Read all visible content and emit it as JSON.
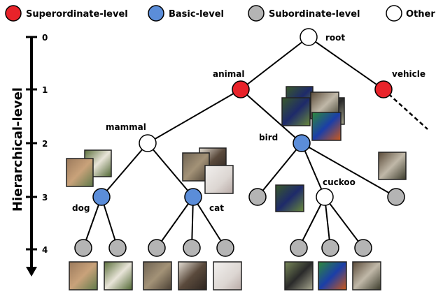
{
  "legend": {
    "superordinate": "Superordinate-level",
    "basic": "Basic-level",
    "subordinate": "Subordinate-level",
    "other": "Other"
  },
  "axis": {
    "title": "Hierarchical-level",
    "ticks": [
      "0",
      "1",
      "2",
      "3",
      "4"
    ]
  },
  "colors": {
    "superordinate": "#e8232a",
    "basic": "#5b8dd9",
    "subordinate": "#b4b4b4",
    "other": "#ffffff"
  },
  "labels": {
    "root": "root",
    "animal": "animal",
    "vehicle": "vehicle",
    "mammal": "mammal",
    "bird": "bird",
    "dog": "dog",
    "cat": "cat",
    "cuckoo": "cuckoo"
  },
  "images": {
    "bird_cluster": [
      "cuckoo-photo",
      "pheasant-photo",
      "pheasant-photo",
      "cuckoo-photo",
      "pheasant-photo"
    ],
    "dog_cluster": [
      "dog-photo",
      "dog-photo"
    ],
    "cat_cluster": [
      "cat-photo",
      "cat-photo",
      "cat-photo"
    ],
    "single": [
      "bird-photo",
      "cuckoo-photo"
    ],
    "bottom_row": [
      "dog-photo",
      "dog-photo",
      "cat-photo",
      "cat-photo",
      "cat-photo",
      "cuckoo-photo",
      "pheasant-photo",
      "bird-photo"
    ]
  }
}
